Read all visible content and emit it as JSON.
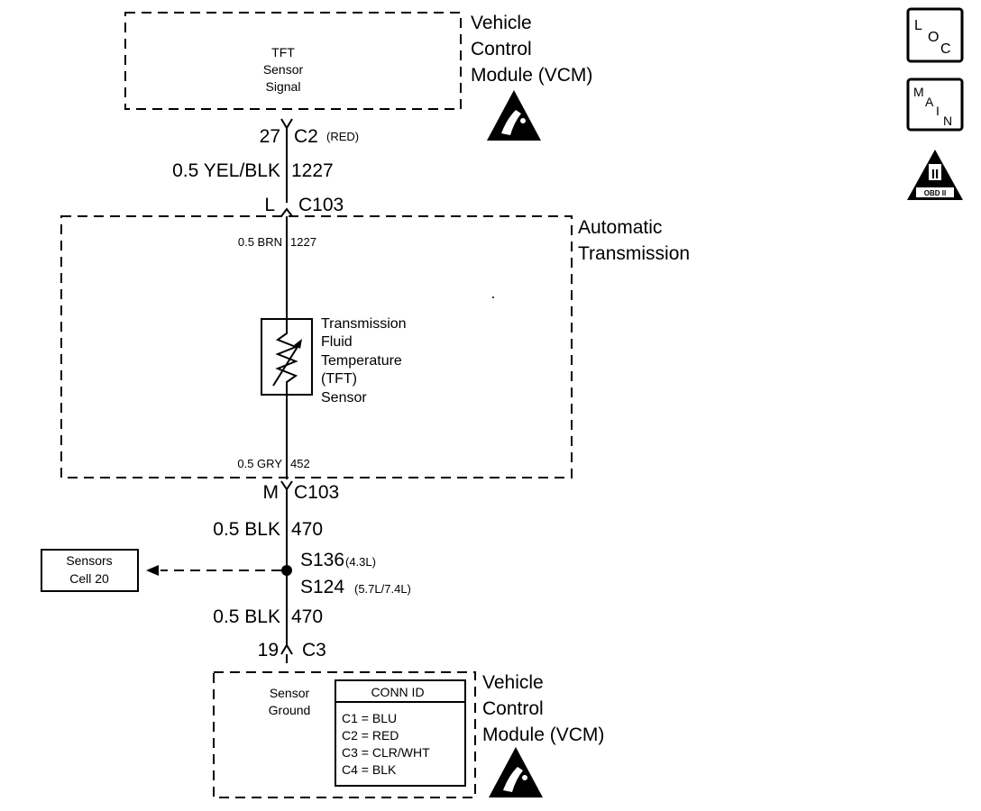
{
  "vcm_top": {
    "title_lines": [
      "Vehicle",
      "Control",
      "Module (VCM)"
    ],
    "signal_lines": [
      "TFT",
      "Sensor",
      "Signal"
    ]
  },
  "conn_c2": {
    "pin": "27",
    "connector": "C2",
    "color": "(RED)"
  },
  "wire_1227_outer": {
    "gauge_color": "0.5 YEL/BLK",
    "circuit": "1227"
  },
  "conn_c103_l": {
    "pin": "L",
    "connector": "C103"
  },
  "transmission": {
    "title_lines": [
      "Automatic",
      "Transmission"
    ]
  },
  "wire_1227_inner": {
    "gauge_color": "0.5 BRN",
    "circuit": "1227"
  },
  "tft_sensor": {
    "label_lines": [
      "Transmission",
      "Fluid",
      "Temperature",
      "(TFT)",
      "Sensor"
    ]
  },
  "wire_452_inner": {
    "gauge_color": "0.5 GRY",
    "circuit": "452"
  },
  "conn_c103_m": {
    "pin": "M",
    "connector": "C103"
  },
  "wire_470_upper": {
    "gauge_color": "0.5 BLK",
    "circuit": "470"
  },
  "sensors_cell": {
    "lines": [
      "Sensors",
      "Cell 20"
    ]
  },
  "splice_s136": {
    "id": "S136",
    "note": "(4.3L)"
  },
  "splice_s124": {
    "id": "S124",
    "note": "(5.7L/7.4L)"
  },
  "wire_470_lower": {
    "gauge_color": "0.5 BLK",
    "circuit": "470"
  },
  "conn_c3": {
    "pin": "19",
    "connector": "C3"
  },
  "vcm_bottom": {
    "title_lines": [
      "Vehicle",
      "Control",
      "Module (VCM)"
    ],
    "ground_lines": [
      "Sensor",
      "Ground"
    ]
  },
  "conn_id_table": {
    "header": "CONN ID",
    "rows": [
      "C1 = BLU",
      "C2 = RED",
      "C3 = CLR/WHT",
      "C4 = BLK"
    ]
  },
  "side_icons": {
    "loc": {
      "letters": [
        "L",
        "O",
        "C"
      ]
    },
    "main": {
      "letters": [
        "M",
        "A",
        "I",
        "N"
      ]
    },
    "obd": {
      "numeral": "II",
      "label": "OBD II"
    }
  },
  "icons": [
    "esd-warning-icon",
    "loc-icon",
    "main-icon",
    "obd-ii-icon",
    "splice-dot-icon",
    "arrow-icon"
  ]
}
